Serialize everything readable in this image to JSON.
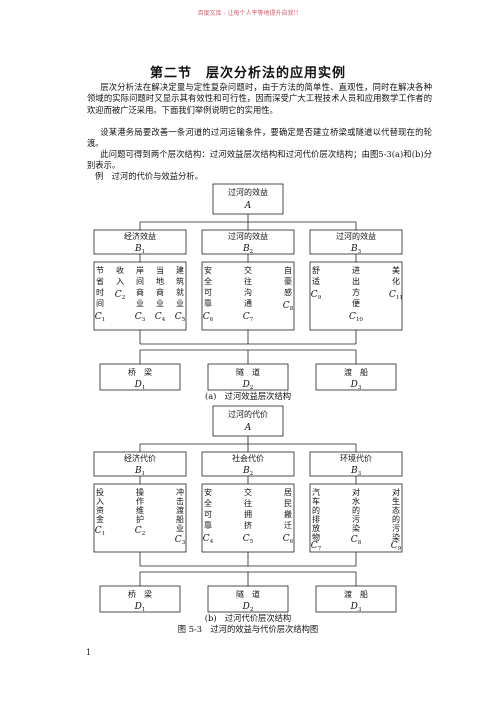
{
  "header": {
    "watermark": "百度文库 - 让每个人平等地提升自我!!"
  },
  "section": {
    "title": "第二节　层次分析法的应用实例",
    "paragraphs": [
      "层次分析法在解决定量与定性复杂问题时，由于方法的简单性、直观性，同时在解决各种领域的实际问题时又显示其有效性和可行性，因而深受广大工程技术人员和应用数学工作者的欢迎而被广泛采用。下面我们举例说明它的实用性。",
      "设某港务局要改善一条河道的过河运输条件，要确定是否建立桥梁或隧道以代替现在的轮渡。",
      "此问题可得到两个层次结构：过河效益层次结构和过河代价层次结构；由图5-3(a)和(b)分别表示。"
    ],
    "example": "例　过河的代价与效益分析。"
  },
  "diagram_a": {
    "caption": "(a)　过河效益层次结构",
    "top": {
      "label": "过河的效益",
      "sym": "A"
    },
    "criteria": [
      {
        "label": "经济效益",
        "sym": "B",
        "sub": "1"
      },
      {
        "label": "过河的效益",
        "sym": "B",
        "sub": "2"
      },
      {
        "label": "过河的效益",
        "sym": "B",
        "sub": "3"
      }
    ],
    "subcriteria": [
      [
        {
          "text": "节省时间",
          "sym": "C",
          "sub": "1"
        },
        {
          "text": "收入",
          "sym": "C",
          "sub": "2"
        },
        {
          "text": "岸间商业",
          "sym": "C",
          "sub": "3"
        },
        {
          "text": "当地商业",
          "sym": "C",
          "sub": "4"
        },
        {
          "text": "建筑就业",
          "sym": "C",
          "sub": "5"
        }
      ],
      [
        {
          "text": "安全可靠",
          "sym": "C",
          "sub": "6"
        },
        {
          "text": "交往沟通",
          "sym": "C",
          "sub": "7"
        },
        {
          "text": "自豪感",
          "sym": "C",
          "sub": "8"
        }
      ],
      [
        {
          "text": "舒适",
          "sym": "C",
          "sub": "9"
        },
        {
          "text": "进出方便",
          "sym": "C",
          "sub": "10"
        },
        {
          "text": "美化",
          "sym": "C",
          "sub": "11"
        }
      ]
    ],
    "alternatives": [
      {
        "label": "桥　梁",
        "sym": "D",
        "sub": "1"
      },
      {
        "label": "隧　道",
        "sym": "D",
        "sub": "2"
      },
      {
        "label": "渡　船",
        "sym": "D",
        "sub": "3"
      }
    ]
  },
  "diagram_b": {
    "caption": "(b)　过河代价层次结构",
    "top": {
      "label": "过河的代价",
      "sym": "A"
    },
    "criteria": [
      {
        "label": "经济代价",
        "sym": "B",
        "sub": "1"
      },
      {
        "label": "社会代价",
        "sym": "B",
        "sub": "2"
      },
      {
        "label": "环境代价",
        "sym": "B",
        "sub": "3"
      }
    ],
    "subcriteria": [
      [
        {
          "text": "投入资金",
          "sym": "C",
          "sub": "1"
        },
        {
          "text": "操作维护",
          "sym": "C",
          "sub": "2"
        },
        {
          "text": "冲击渡船业",
          "sym": "C",
          "sub": "3"
        }
      ],
      [
        {
          "text": "安全可靠",
          "sym": "C",
          "sub": "4"
        },
        {
          "text": "交往拥挤",
          "sym": "C",
          "sub": "5"
        },
        {
          "text": "居民搬迁",
          "sym": "C",
          "sub": "6"
        }
      ],
      [
        {
          "text": "汽车的排放物",
          "sym": "C",
          "sub": "7"
        },
        {
          "text": "对水的污染",
          "sym": "C",
          "sub": "8"
        },
        {
          "text": "对生态的污染",
          "sym": "C",
          "sub": "9"
        }
      ]
    ],
    "alternatives": [
      {
        "label": "桥　梁",
        "sym": "D",
        "sub": "1"
      },
      {
        "label": "隧　道",
        "sym": "D",
        "sub": "2"
      },
      {
        "label": "渡　船",
        "sym": "D",
        "sub": "3"
      }
    ]
  },
  "figure": {
    "caption": "图 5-3　过河的效益与代价层次结构图"
  },
  "page": {
    "number": "1"
  }
}
